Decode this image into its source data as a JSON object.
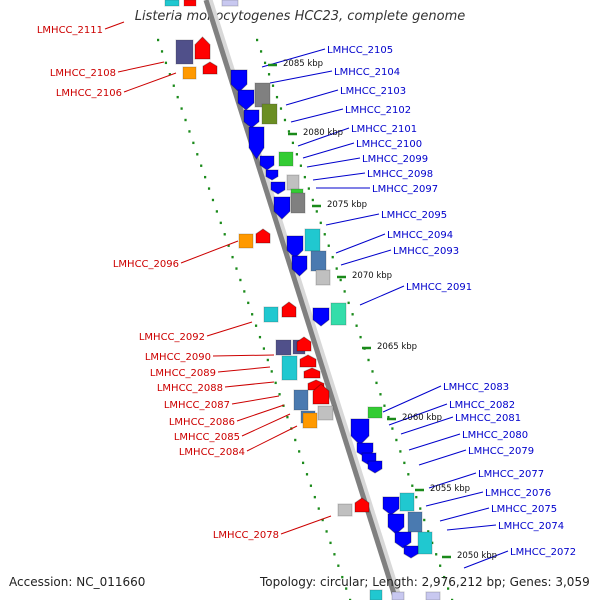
{
  "title": "Listeria monocytogenes HCC23, complete genome",
  "footer": {
    "accession_label": "Accession:",
    "accession": "NC_011660",
    "topology_label": "Topology:",
    "topology": "circular",
    "length_label": "Length:",
    "length": "2,976,212 bp",
    "genes_label": "Genes:",
    "genes": "3,059"
  },
  "colors": {
    "reverse_strand_labels": "#cc0000",
    "forward_strand_labels": "#0000cc",
    "backbone": "#808080",
    "ticks": "#1a8a1a",
    "forward_genes": "#0000ff",
    "reverse_genes": "#ff0000",
    "cog_cyan": "#20c8d0",
    "cog_steelblue": "#4a7ab0",
    "cog_slate": "#50508a",
    "cog_orange": "#ff9900",
    "cog_green": "#33cc33",
    "cog_olive": "#6b8e23",
    "cog_gray": "#808080",
    "cog_silver": "#c0c0c0",
    "cog_mint": "#33ddaa"
  },
  "kbp_ticks": [
    "2085 kbp",
    "2080 kbp",
    "2075 kbp",
    "2070 kbp",
    "2065 kbp",
    "2060 kbp",
    "2055 kbp",
    "2050 kbp"
  ],
  "left_labels": [
    "LMHCC_2111",
    "LMHCC_2108",
    "LMHCC_2106",
    "LMHCC_2096",
    "LMHCC_2092",
    "LMHCC_2090",
    "LMHCC_2089",
    "LMHCC_2088",
    "LMHCC_2087",
    "LMHCC_2086",
    "LMHCC_2085",
    "LMHCC_2084",
    "LMHCC_2078"
  ],
  "right_labels": [
    "LMHCC_2105",
    "LMHCC_2104",
    "LMHCC_2103",
    "LMHCC_2102",
    "LMHCC_2101",
    "LMHCC_2100",
    "LMHCC_2099",
    "LMHCC_2098",
    "LMHCC_2097",
    "LMHCC_2095",
    "LMHCC_2094",
    "LMHCC_2093",
    "LMHCC_2091",
    "LMHCC_2083",
    "LMHCC_2082",
    "LMHCC_2081",
    "LMHCC_2080",
    "LMHCC_2079",
    "LMHCC_2077",
    "LMHCC_2076",
    "LMHCC_2075",
    "LMHCC_2074",
    "LMHCC_2072"
  ],
  "features": [
    {
      "name": "fwd-gene",
      "strand": "forward",
      "color": "#0000ff"
    },
    {
      "name": "rev-gene",
      "strand": "reverse",
      "color": "#ff0000"
    }
  ]
}
